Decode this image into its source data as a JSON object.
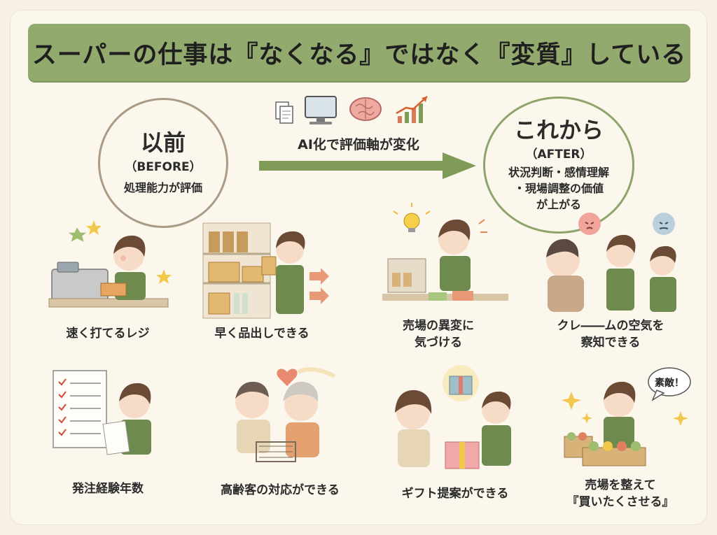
{
  "title": "スーパーの仕事は『なくなる』ではなく『変質』している",
  "before": {
    "title": "以前",
    "subtitle": "（BEFORE）",
    "description": "処理能力が評価"
  },
  "after": {
    "title": "これから",
    "subtitle": "（AFTER）",
    "description": "状況判断・感情理解\n・現場調整の価値\nが上がる"
  },
  "transition": {
    "label": "AI化で評価軸が変化",
    "icons": [
      "document-icon",
      "computer-icon",
      "brain-icon",
      "chart-up-icon"
    ]
  },
  "before_items": [
    {
      "label": "速く打てるレジ",
      "icon": "register-icon"
    },
    {
      "label": "早く品出しできる",
      "icon": "shelf-icon"
    },
    {
      "label": "発注経験年数",
      "icon": "checklist-icon"
    },
    {
      "label": "高齢客の対応ができる",
      "icon": "elderly-icon"
    }
  ],
  "after_items": [
    {
      "label": "売場の異変に\n気づける",
      "icon": "lightbulb-icon"
    },
    {
      "label": "クレ――ムの空気を\n察知できる",
      "icon": "complaint-icon"
    },
    {
      "label": "ギフト提案ができる",
      "icon": "gift-icon"
    },
    {
      "label": "売場を整えて\n『買いたくさせる』",
      "icon": "display-icon",
      "bubble": "素敵！"
    }
  ],
  "colors": {
    "banner": "#93aa6e",
    "apron": "#6f8a4e",
    "accent_orange": "#e89a76",
    "hair": "#6b4a36",
    "skin": "#f6dcc6"
  }
}
